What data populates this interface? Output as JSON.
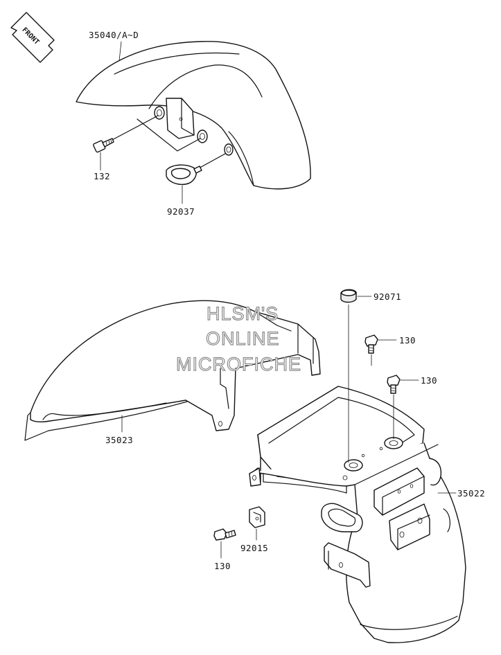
{
  "front_arrow": {
    "label": "FRONT"
  },
  "watermark": {
    "line1": "HLSM'S",
    "line2": "ONLINE",
    "line3": "MICROFICHE"
  },
  "parts": {
    "front_fender": "35040/A~D",
    "bolt_front": "132",
    "grommet_front": "92037",
    "rear_fender_inner": "35023",
    "cap_rear": "92071",
    "bolt_upper_1": "130",
    "bolt_upper_2": "130",
    "rear_fender": "35022",
    "clip_nut": "92015",
    "bolt_lower": "130"
  }
}
